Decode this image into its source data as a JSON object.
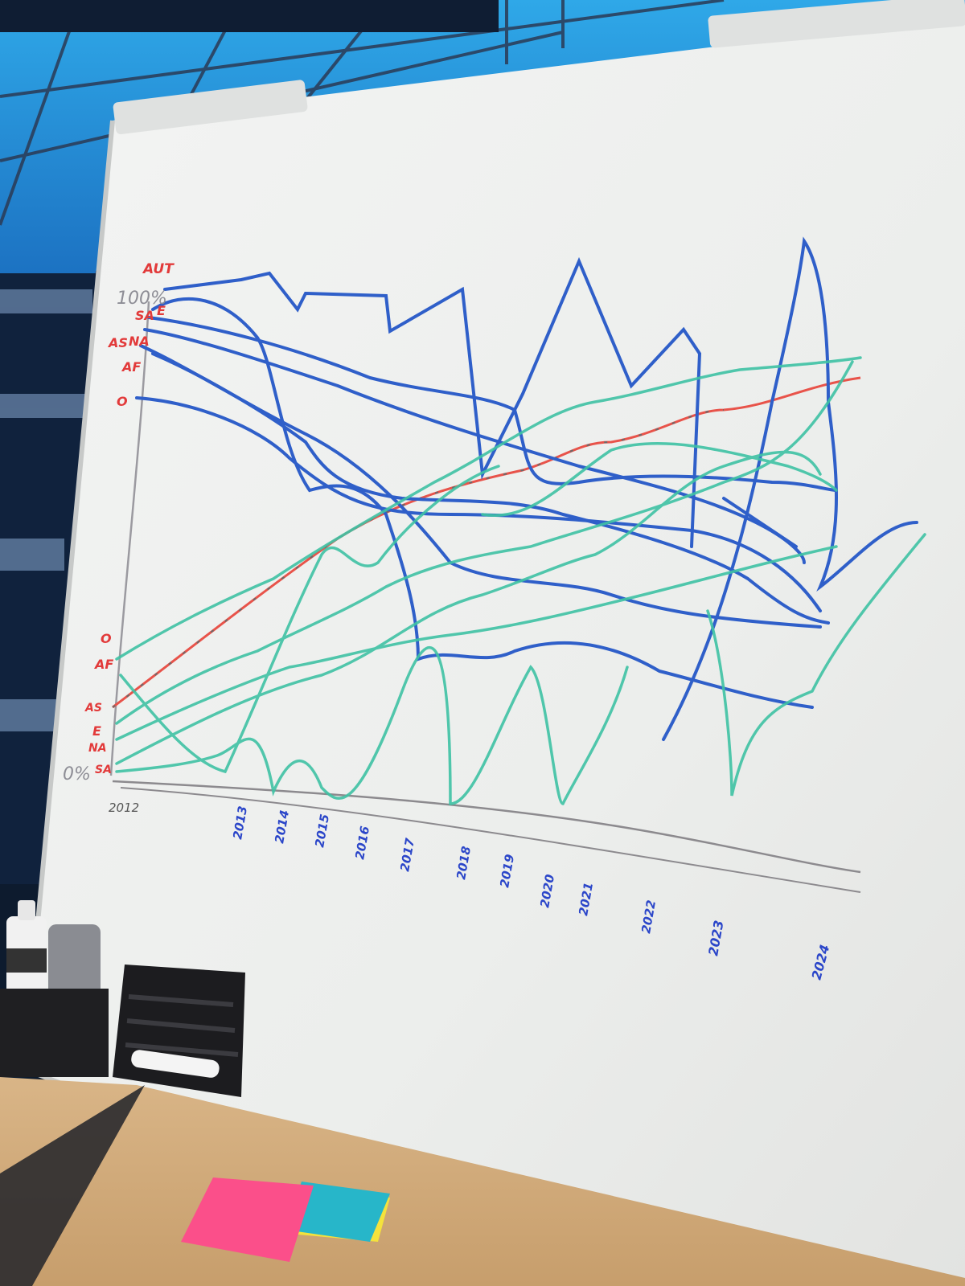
{
  "board": {
    "left_labels": {
      "top_percent": "100%",
      "top": [
        "AUT",
        "SA",
        "E",
        "AS",
        "NA",
        "AF",
        "O"
      ],
      "bottom": [
        "O",
        "AF",
        "AS",
        "E",
        "NA",
        "SA"
      ],
      "bottom_percent": "0%"
    },
    "x_axis_start": "2012",
    "x_axis_years": [
      "2013",
      "2014",
      "2015",
      "2016",
      "2017",
      "2018",
      "2019",
      "2020",
      "2021",
      "2022",
      "2023",
      "2024"
    ]
  },
  "colors": {
    "blue_marker": "#2f5fc9",
    "teal_marker": "#3fc2a4",
    "red_marker": "#e8534a",
    "label_red": "#e23a3a",
    "label_blue": "#2b46c9"
  }
}
